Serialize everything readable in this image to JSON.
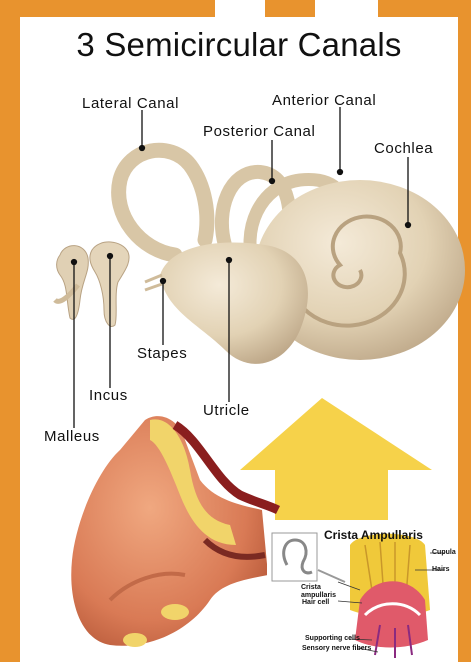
{
  "title": "3 Semicircular Canals",
  "labels": {
    "lateral_canal": "Lateral Canal",
    "anterior_canal": "Anterior Canal",
    "posterior_canal": "Posterior Canal",
    "cochlea": "Cochlea",
    "stapes": "Stapes",
    "incus": "Incus",
    "utricle": "Utricle",
    "malleus": "Malleus"
  },
  "inset": {
    "title": "Crista Ampullaris",
    "labels": {
      "cupula": "Cupula",
      "hairs": "Hairs",
      "crista_ampullaris": "Crista ampullaris",
      "hair_cell": "Hair cell",
      "supporting_cells": "Supporting cells",
      "sensory_nerve_fibers": "Sensory nerve fibers"
    }
  },
  "colors": {
    "border": "#e8932e",
    "bone": "#e7d9c0",
    "arrow": "#f6d24a"
  }
}
